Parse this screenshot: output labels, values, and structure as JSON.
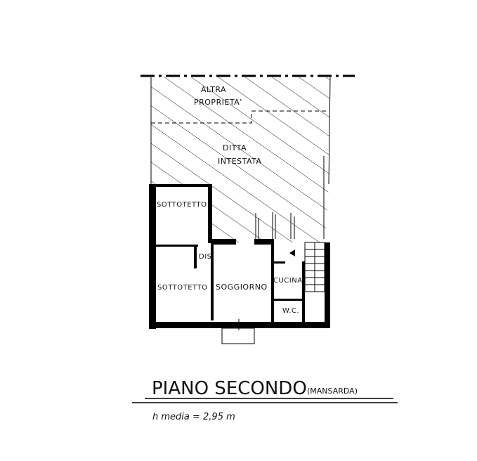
{
  "plan": {
    "labels": {
      "altra_line1": "ALTRA",
      "altra_line2": "PROPRIETA'",
      "ditta_line1": "DITTA",
      "ditta_line2": "INTESTATA",
      "sottotetto_top": "SOTTOTETTO",
      "dis": "DIS.",
      "sottotetto_left": "SOTTOTETTO",
      "soggiorno": "SOGGIORNO",
      "cucina": "CUCINA",
      "wc": "W.C."
    },
    "title": "PIANO SECONDO",
    "subtitle": "(MANSARDA)",
    "height_note": "h media = 2,95 m"
  }
}
